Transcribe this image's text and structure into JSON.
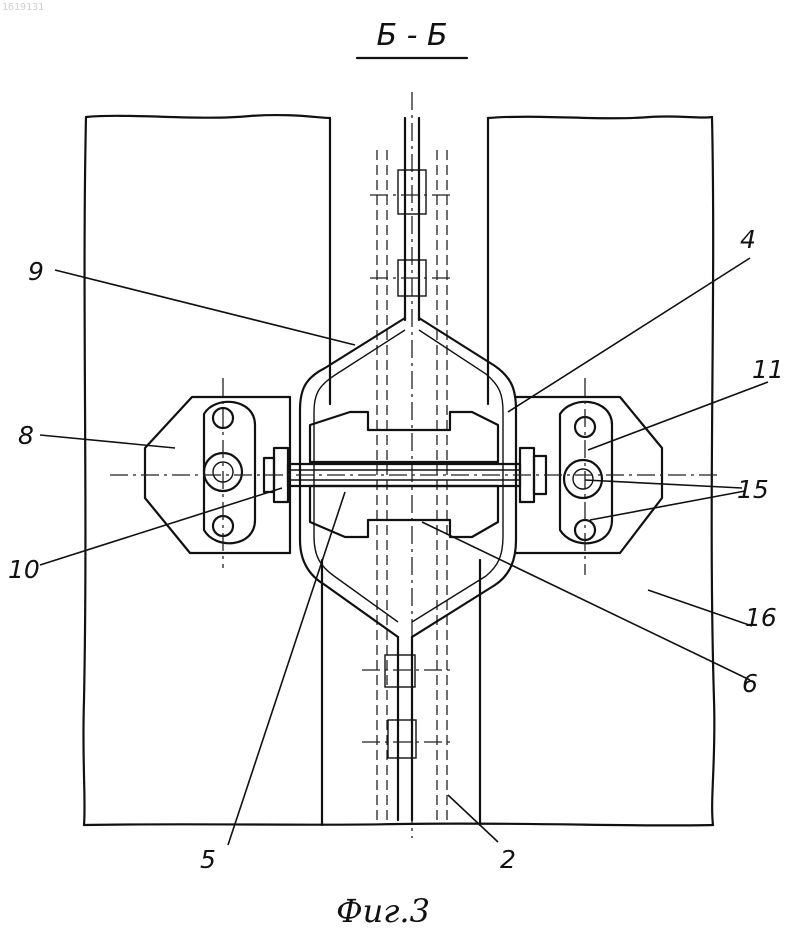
{
  "header": {
    "section_title": "Б - Б",
    "corner_mark": "1619131"
  },
  "caption": "Фиг.3",
  "labels": {
    "l9": "9",
    "l4": "4",
    "l11": "11",
    "l8": "8",
    "l15": "15",
    "l10": "10",
    "l16": "16",
    "l6": "6",
    "l5": "5",
    "l2": "2"
  },
  "colors": {
    "ink": "#111111",
    "paper": "#ffffff",
    "hatch": "#222222"
  }
}
